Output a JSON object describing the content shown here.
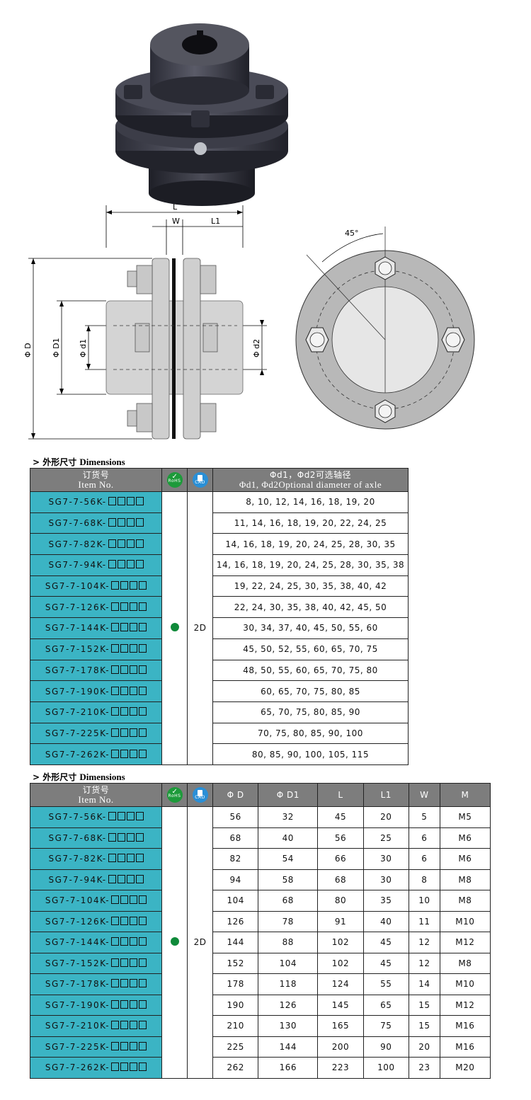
{
  "colors": {
    "item_col": "#3bb4c4",
    "header_bg": "#7d7d7d",
    "rohs": "#1d9a3a",
    "cad": "#2a8fd6",
    "dot": "#0f8a3a"
  },
  "drawing_labels": {
    "L": "L",
    "W": "W",
    "L1": "L1",
    "phiD": "Φ D",
    "phiD1": "Φ D1",
    "phid1": "Φ d1",
    "phid2": "Φ d2",
    "angle": "45°"
  },
  "table1": {
    "section_prefix": "> 外形尺寸",
    "section_en": "Dimensions",
    "header_item_cn": "订货号",
    "header_item_en": "Item No.",
    "rohs_label": "RoHS",
    "cad_label": "CAD",
    "header_axle_cn": "Φd1，Φd2可选轴径",
    "header_axle_en": "Φd1, Φd2Optional diameter of axle",
    "cad_value": "2D",
    "rows": [
      {
        "item": "SG7-7-56K-",
        "axle": "8, 10, 12, 14, 16, 18, 19, 20"
      },
      {
        "item": "SG7-7-68K-",
        "axle": "11, 14, 16, 18, 19, 20, 22, 24, 25"
      },
      {
        "item": "SG7-7-82K-",
        "axle": "14, 16, 18, 19, 20, 24, 25, 28, 30, 35"
      },
      {
        "item": "SG7-7-94K-",
        "axle": "14, 16, 18, 19, 20, 24, 25, 28, 30, 35, 38"
      },
      {
        "item": "SG7-7-104K-",
        "axle": "19, 22, 24, 25, 30, 35, 38, 40, 42"
      },
      {
        "item": "SG7-7-126K-",
        "axle": "22, 24, 30, 35, 38, 40, 42, 45, 50"
      },
      {
        "item": "SG7-7-144K-",
        "axle": "30, 34, 37, 40, 45, 50, 55, 60"
      },
      {
        "item": "SG7-7-152K-",
        "axle": "45, 50, 52, 55, 60, 65, 70, 75"
      },
      {
        "item": "SG7-7-178K-",
        "axle": "48, 50, 55, 60, 65, 70, 75, 80"
      },
      {
        "item": "SG7-7-190K-",
        "axle": "60, 65, 70, 75, 80, 85"
      },
      {
        "item": "SG7-7-210K-",
        "axle": "65, 70, 75, 80, 85, 90"
      },
      {
        "item": "SG7-7-225K-",
        "axle": "70, 75, 80, 85, 90, 100"
      },
      {
        "item": "SG7-7-262K-",
        "axle": "80, 85, 90, 100, 105, 115"
      }
    ]
  },
  "table2": {
    "section_prefix": "> 外形尺寸",
    "section_en": "Dimensions",
    "header_item_cn": "订货号",
    "header_item_en": "Item No.",
    "rohs_label": "RoHS",
    "cad_label": "CAD",
    "cad_value": "2D",
    "columns": [
      "Φ D",
      "Φ D1",
      "L",
      "L1",
      "W",
      "M"
    ],
    "rows": [
      {
        "item": "SG7-7-56K-",
        "vals": [
          "56",
          "32",
          "45",
          "20",
          "5",
          "M5"
        ]
      },
      {
        "item": "SG7-7-68K-",
        "vals": [
          "68",
          "40",
          "56",
          "25",
          "6",
          "M6"
        ]
      },
      {
        "item": "SG7-7-82K-",
        "vals": [
          "82",
          "54",
          "66",
          "30",
          "6",
          "M6"
        ]
      },
      {
        "item": "SG7-7-94K-",
        "vals": [
          "94",
          "58",
          "68",
          "30",
          "8",
          "M8"
        ]
      },
      {
        "item": "SG7-7-104K-",
        "vals": [
          "104",
          "68",
          "80",
          "35",
          "10",
          "M8"
        ]
      },
      {
        "item": "SG7-7-126K-",
        "vals": [
          "126",
          "78",
          "91",
          "40",
          "11",
          "M10"
        ]
      },
      {
        "item": "SG7-7-144K-",
        "vals": [
          "144",
          "88",
          "102",
          "45",
          "12",
          "M12"
        ]
      },
      {
        "item": "SG7-7-152K-",
        "vals": [
          "152",
          "104",
          "102",
          "45",
          "12",
          "M8"
        ]
      },
      {
        "item": "SG7-7-178K-",
        "vals": [
          "178",
          "118",
          "124",
          "55",
          "14",
          "M10"
        ]
      },
      {
        "item": "SG7-7-190K-",
        "vals": [
          "190",
          "126",
          "145",
          "65",
          "15",
          "M12"
        ]
      },
      {
        "item": "SG7-7-210K-",
        "vals": [
          "210",
          "130",
          "165",
          "75",
          "15",
          "M16"
        ]
      },
      {
        "item": "SG7-7-225K-",
        "vals": [
          "225",
          "144",
          "200",
          "90",
          "20",
          "M16"
        ]
      },
      {
        "item": "SG7-7-262K-",
        "vals": [
          "262",
          "166",
          "223",
          "100",
          "23",
          "M20"
        ]
      }
    ]
  }
}
